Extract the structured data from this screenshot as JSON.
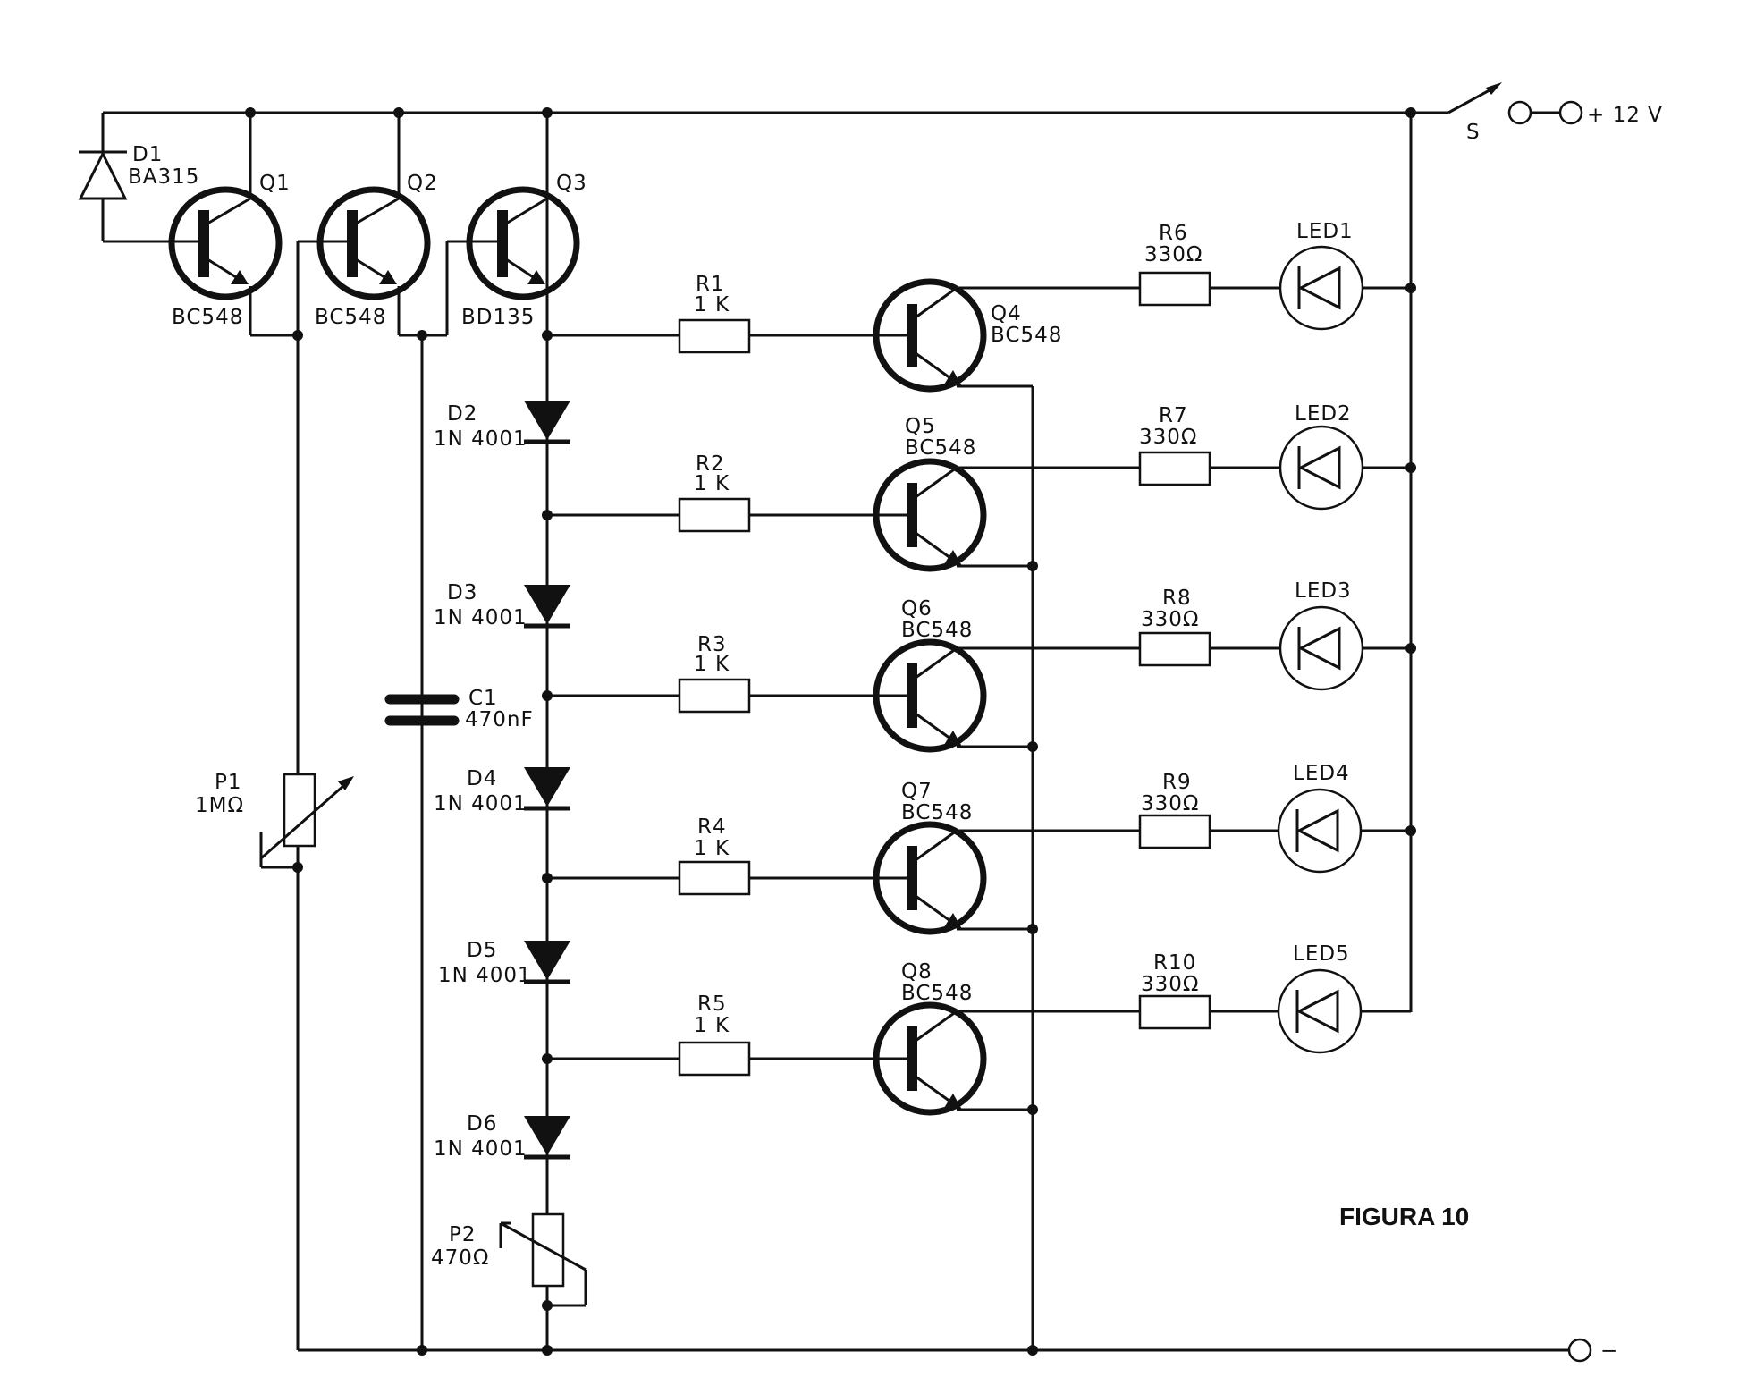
{
  "figure": {
    "caption": "FIGURA 10"
  },
  "supply": {
    "positive": "+ 12 V",
    "negative": "−",
    "switch": "S"
  },
  "transistors": [
    {
      "ref": "Q1",
      "type": "BC548"
    },
    {
      "ref": "Q2",
      "type": "BC548"
    },
    {
      "ref": "Q3",
      "type": "BD135"
    },
    {
      "ref": "Q4",
      "type": "BC548"
    },
    {
      "ref": "Q5",
      "type": "BC548"
    },
    {
      "ref": "Q6",
      "type": "BC548"
    },
    {
      "ref": "Q7",
      "type": "BC548"
    },
    {
      "ref": "Q8",
      "type": "BC548"
    }
  ],
  "diodes": [
    {
      "ref": "D1",
      "type": "BA315"
    },
    {
      "ref": "D2",
      "type": "1N 4001"
    },
    {
      "ref": "D3",
      "type": "1N 4001"
    },
    {
      "ref": "D4",
      "type": "1N 4001"
    },
    {
      "ref": "D5",
      "type": "1N 4001"
    },
    {
      "ref": "D6",
      "type": "1N 4001"
    }
  ],
  "base_resistors": [
    {
      "ref": "R1",
      "value": "1 K"
    },
    {
      "ref": "R2",
      "value": "1 K"
    },
    {
      "ref": "R3",
      "value": "1 K"
    },
    {
      "ref": "R4",
      "value": "1 K"
    },
    {
      "ref": "R5",
      "value": "1 K"
    }
  ],
  "led_resistors": [
    {
      "ref": "R6",
      "value": "330Ω"
    },
    {
      "ref": "R7",
      "value": "330Ω"
    },
    {
      "ref": "R8",
      "value": "330Ω"
    },
    {
      "ref": "R9",
      "value": "330Ω"
    },
    {
      "ref": "R10",
      "value": "330Ω"
    }
  ],
  "leds": [
    {
      "ref": "LED1"
    },
    {
      "ref": "LED2"
    },
    {
      "ref": "LED3"
    },
    {
      "ref": "LED4"
    },
    {
      "ref": "LED5"
    }
  ],
  "capacitor": {
    "ref": "C1",
    "value": "470nF"
  },
  "potentiometers": [
    {
      "ref": "P1",
      "value": "1MΩ"
    },
    {
      "ref": "P2",
      "value": "470Ω"
    }
  ]
}
